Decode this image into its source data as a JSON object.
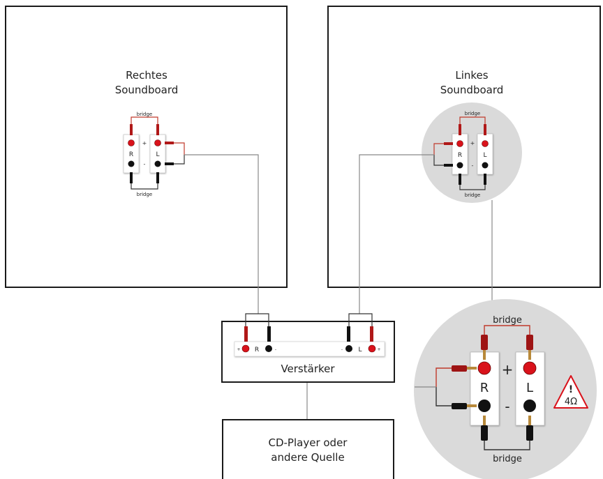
{
  "right_board": {
    "line1": "Rechtes",
    "line2": "Soundboard"
  },
  "left_board": {
    "line1": "Linkes",
    "line2": "Soundboard"
  },
  "terminals": {
    "right": "R",
    "left": "L",
    "plus": "+",
    "minus": "-",
    "bridge": "bridge"
  },
  "amplifier": {
    "label": "Verstärker",
    "r": "R",
    "l": "L",
    "plus": "+",
    "minus": "-"
  },
  "source": {
    "line1": "CD-Player oder",
    "line2": "andere Quelle"
  },
  "detail": {
    "warning_mark": "!",
    "impedance": "4Ω"
  },
  "colors": {
    "terminal_red": "#d9121b",
    "wire_red": "#c0392b",
    "zoom_circle": "#dadada",
    "frame": "#1a1a1a"
  }
}
